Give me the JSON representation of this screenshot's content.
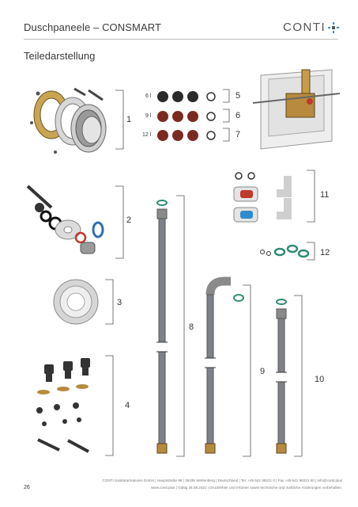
{
  "header": {
    "title": "Duschpaneele – CONSMART",
    "logo": "CONTI"
  },
  "section_title": "Teiledarstellung",
  "part_numbers": [
    "1",
    "2",
    "3",
    "4",
    "5",
    "6",
    "7",
    "8",
    "9",
    "10",
    "11",
    "12"
  ],
  "size_labels": [
    "6 l",
    "9 l",
    "12 l"
  ],
  "footer": {
    "line1": "CONTI Sanitärarmaturen GmbH | Hauptstraße 98 | 35435 Wettenberg | Deutschland | Tel. +49 641 98221 0 | Fax +49 641 98221 50 | info@conti.plus",
    "line2": "www.conti.plus | Gültig 26.08.2021 | Druckfehler und Irrtümer sowie technische und maßliche Änderungen vorbehalten."
  },
  "page_number": "26",
  "colors": {
    "accent_blue": "#3a8fc8",
    "steel": "#7e8288",
    "brass": "#b78a3e",
    "red": "#c0392b",
    "teal": "#2f8a74"
  },
  "icons": [
    "logo-plus-icon"
  ]
}
